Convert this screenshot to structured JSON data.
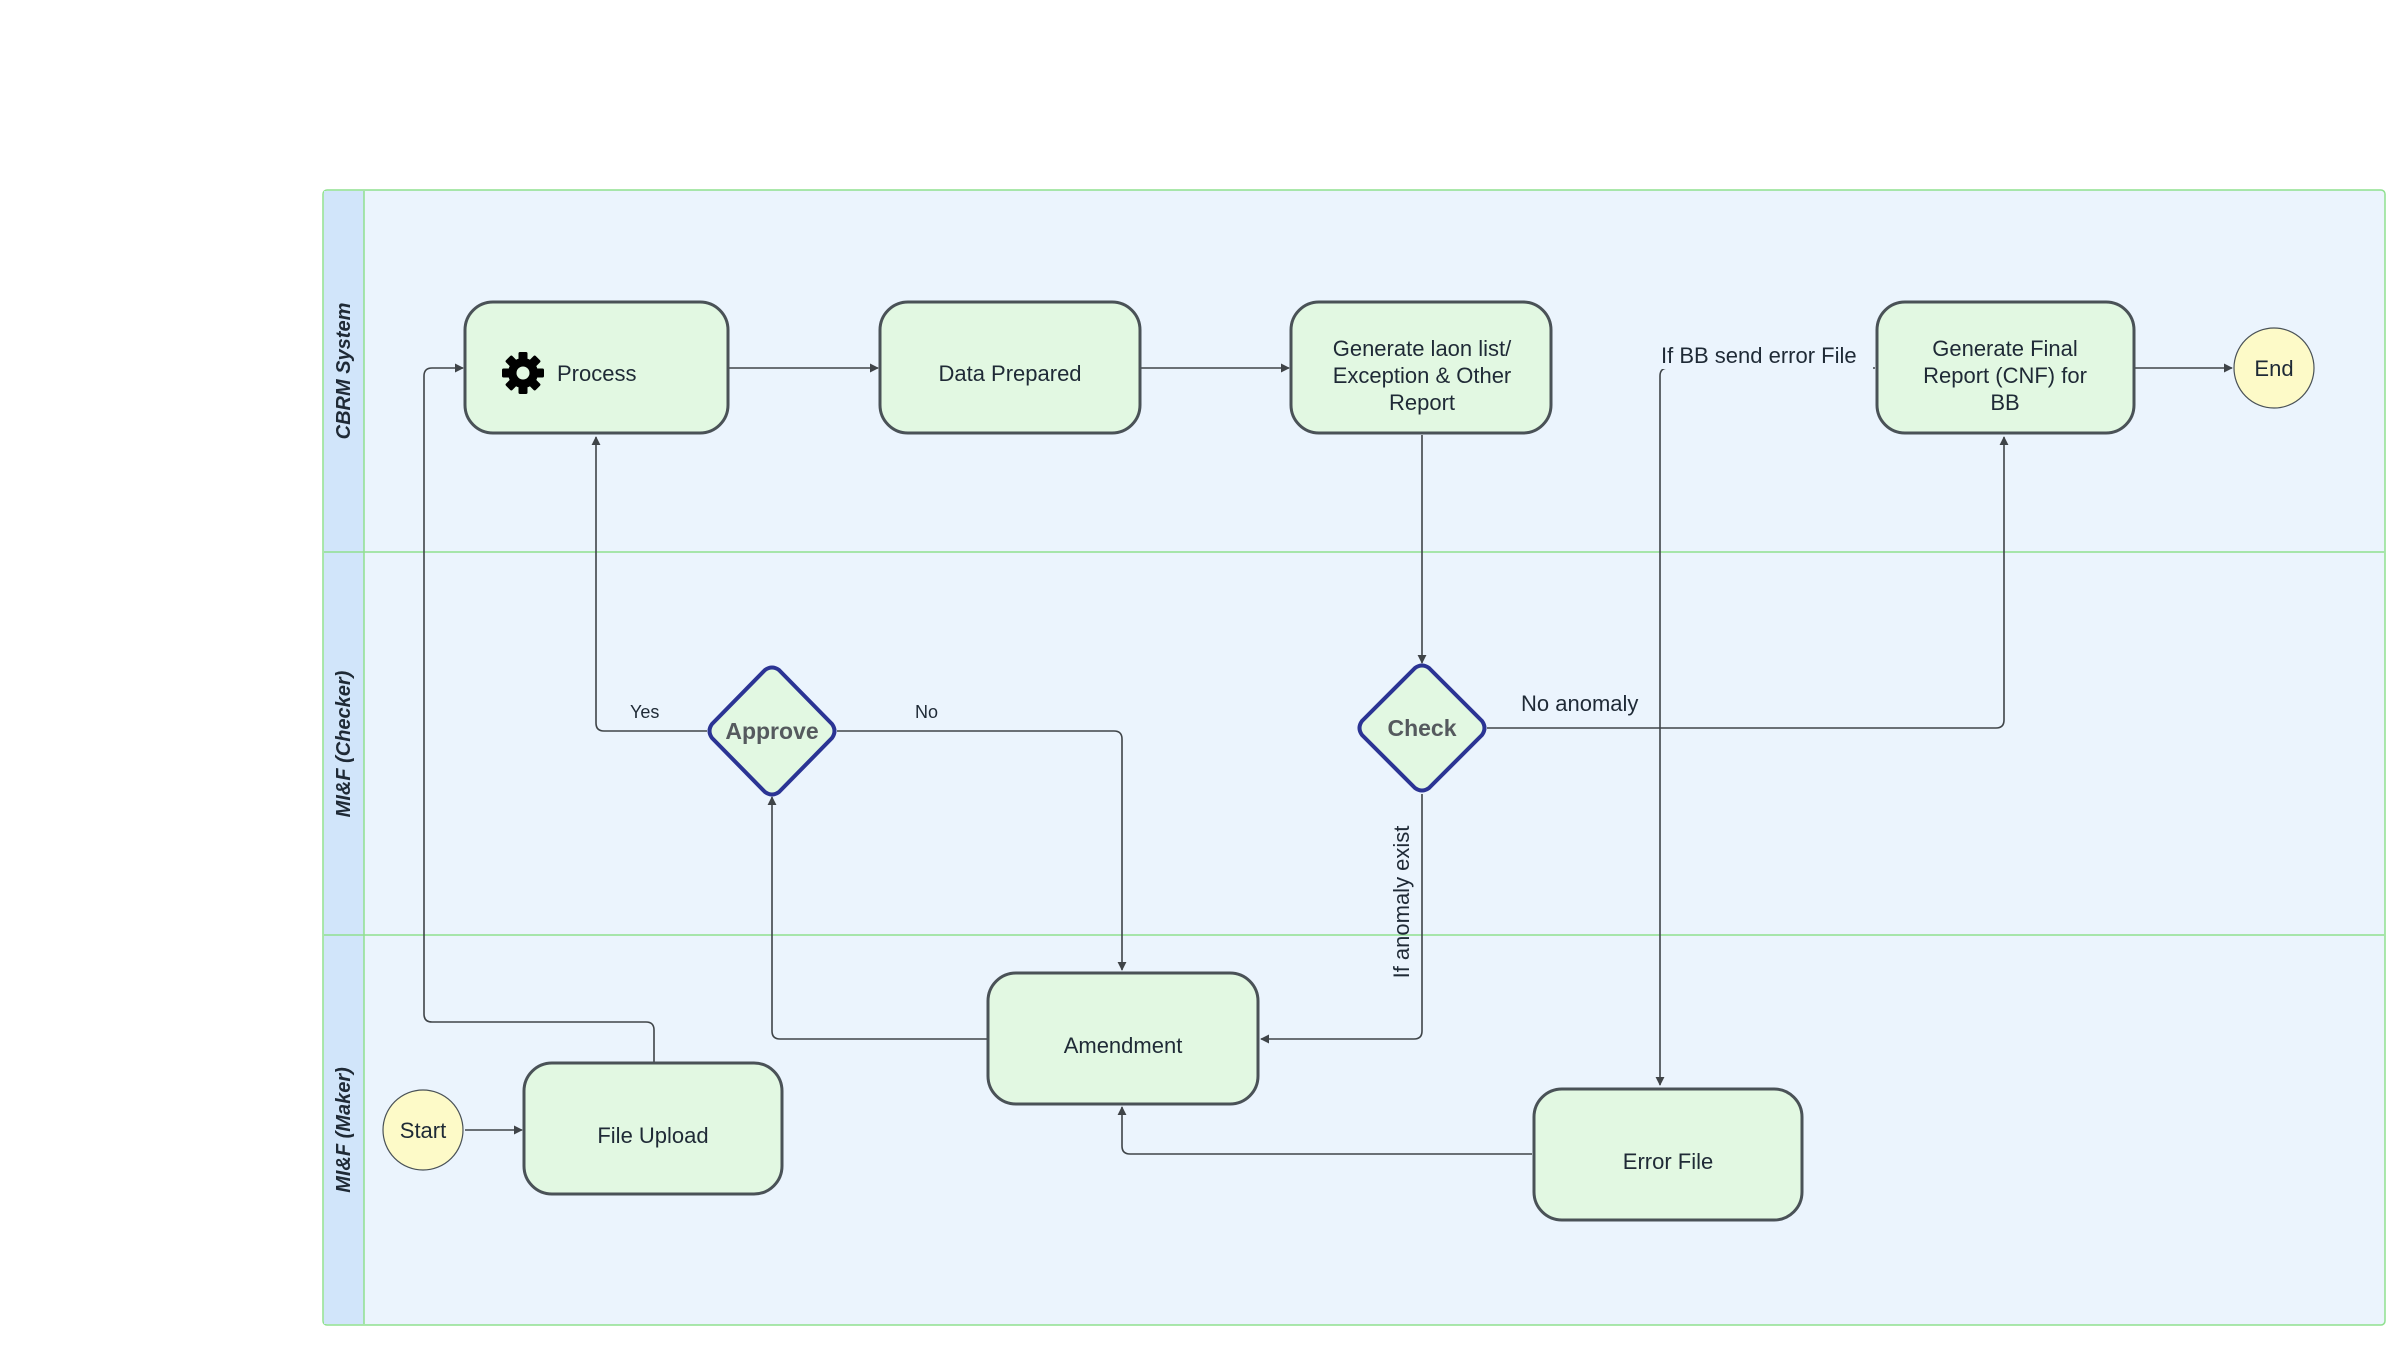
{
  "lanes": {
    "system": "CBRM  System",
    "checker": "MI&F (Checker)",
    "maker": "MI&F (Maker)"
  },
  "nodes": {
    "start": "Start",
    "file_upload": "File Upload",
    "process": "Process",
    "data_prepared": "Data Prepared",
    "generate_list": [
      "Generate laon list/",
      "Exception & Other",
      "Report"
    ],
    "approve": "Approve",
    "check": "Check",
    "amendment": "Amendment",
    "error_file": "Error File",
    "final_report": [
      "Generate Final",
      "Report (CNF) for",
      "BB"
    ],
    "end": "End"
  },
  "edge_labels": {
    "yes": "Yes",
    "no": "No",
    "no_anomaly": "No anomaly",
    "anomaly_exist": "If anomaly exist",
    "bb_error": "If BB send  error File"
  },
  "colors": {
    "pool_fill": "#ebf4fd",
    "pool_border": "#8fe08f",
    "lane_header_fill": "#d1e5fa",
    "task_fill": "#e2f8e2",
    "task_border": "#4a5257",
    "event_fill": "#fdfac8",
    "gateway_border": "#2b3494",
    "edge": "#3f4448"
  },
  "icons": {
    "process": "gear-icon"
  }
}
